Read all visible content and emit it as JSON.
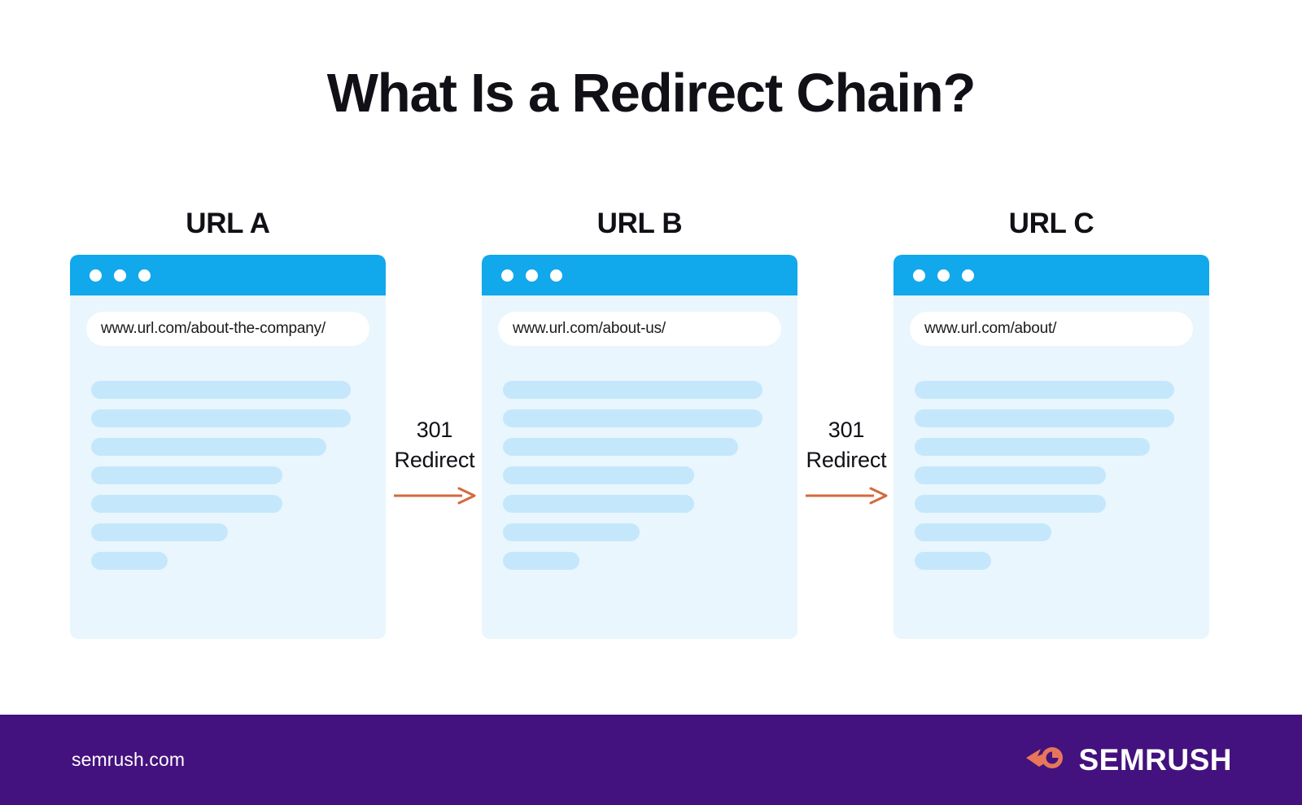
{
  "title": "What Is a Redirect Chain?",
  "colors": {
    "background": "#ffffff",
    "title_text": "#111016",
    "browser_titlebar": "#12a8ec",
    "browser_body": "#e9f6fd",
    "content_line": "#c5e7fb",
    "url_pill": "#ffffff",
    "arrow": "#d4693f",
    "footer_background": "#44127e",
    "footer_text": "#ffffff",
    "logo_mark": "#e8765a"
  },
  "cards": [
    {
      "label": "URL A",
      "url": "www.url.com/about-the-company/",
      "line_widths": [
        95,
        95,
        86,
        70,
        70,
        50,
        28
      ]
    },
    {
      "label": "URL B",
      "url": "www.url.com/about-us/",
      "line_widths": [
        95,
        95,
        86,
        70,
        70,
        50,
        28
      ]
    },
    {
      "label": "URL C",
      "url": "www.url.com/about/",
      "line_widths": [
        95,
        95,
        86,
        70,
        70,
        50,
        28
      ]
    }
  ],
  "connectors": [
    {
      "code": "301",
      "action": "Redirect"
    },
    {
      "code": "301",
      "action": "Redirect"
    }
  ],
  "footer": {
    "site": "semrush.com",
    "brand": "SEMRUSH"
  }
}
